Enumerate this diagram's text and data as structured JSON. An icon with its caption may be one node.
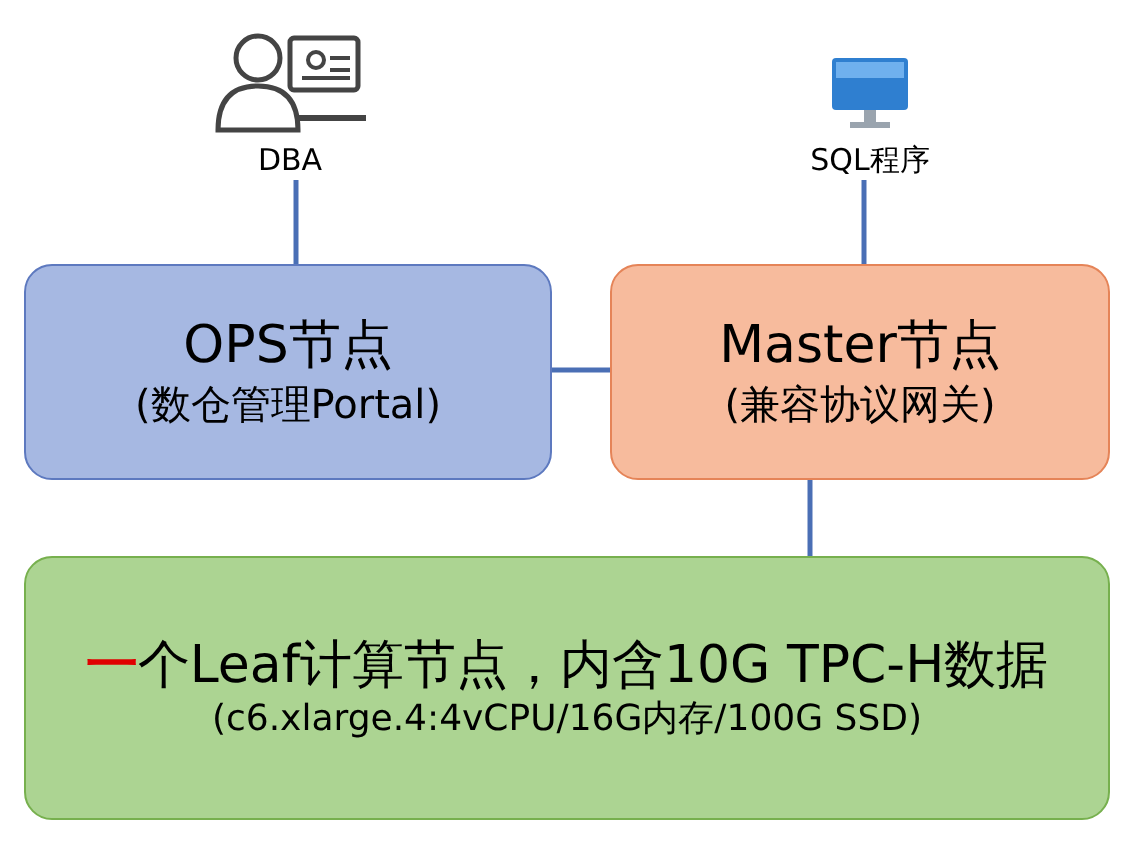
{
  "diagram": {
    "nodes": [
      {
        "text": [
          "DBA"
        ]
      },
      {
        "text": [
          "SQL程序"
        ]
      },
      {
        "text": [
          "OPS节点",
          "(数仓管理Portal)"
        ]
      },
      {
        "text": [
          "Master节点",
          "(兼容协议网关)"
        ]
      },
      {
        "text": [
          "一个Leaf计算节点，内含10G TPC-H数据",
          "(c6.xlarge.4:4vCPU/16G内存/100G SSD)"
        ]
      }
    ],
    "edges": [
      {
        "from": 0,
        "to": 2,
        "arrow": "none"
      },
      {
        "from": 1,
        "to": 3,
        "arrow": "none"
      },
      {
        "from": 2,
        "to": 3,
        "arrow": "none"
      },
      {
        "from": 3,
        "to": 4,
        "arrow": "none"
      }
    ]
  }
}
